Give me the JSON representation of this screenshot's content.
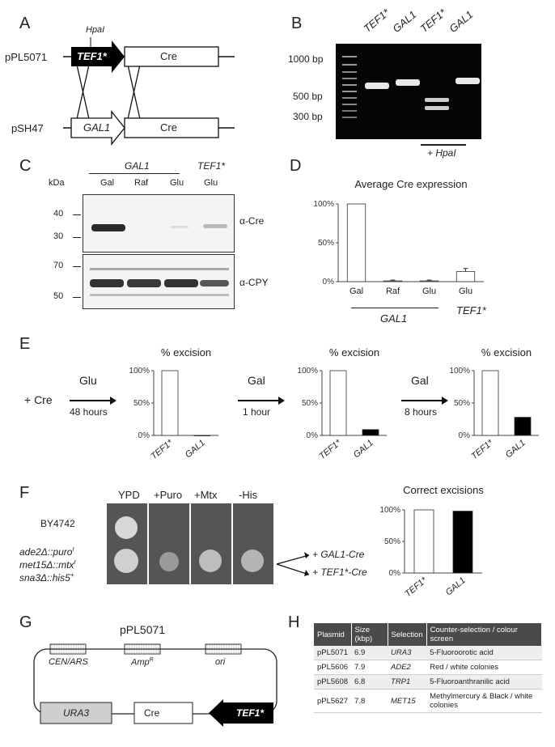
{
  "panels": {
    "A": "A",
    "B": "B",
    "C": "C",
    "D": "D",
    "E": "E",
    "F": "F",
    "G": "G",
    "H": "H"
  },
  "panelA": {
    "top_plasmid": "pPL5071",
    "bottom_plasmid": "pSH47",
    "top_promoter": "TEF1*",
    "bottom_promoter": "GAL1",
    "gene": "Cre",
    "site": "HpaI"
  },
  "panelB": {
    "lanes": [
      "TEF1*",
      "GAL1",
      "TEF1*",
      "GAL1"
    ],
    "sizes": [
      "1000 bp",
      "500 bp",
      "300 bp"
    ],
    "digest": "+ HpaI"
  },
  "panelC": {
    "kda": "kDa",
    "group1": "GAL1",
    "group2": "TEF1*",
    "lanes": [
      "Gal",
      "Raf",
      "Glu",
      "Glu"
    ],
    "markers_top": [
      "40",
      "30"
    ],
    "markers_bottom": [
      "70",
      "50"
    ],
    "ab1": "α-Cre",
    "ab2": "α-CPY"
  },
  "chart_data": [
    {
      "type": "bar",
      "title": "Average Cre expression",
      "categories": [
        "Gal",
        "Raf",
        "Glu",
        "Glu"
      ],
      "values": [
        100,
        1,
        1,
        13
      ],
      "errors": [
        0,
        1,
        1,
        4
      ],
      "ylim": [
        0,
        100
      ],
      "yticks": [
        "0%",
        "50%",
        "100%"
      ],
      "groups": [
        "GAL1",
        "TEF1*"
      ]
    },
    {
      "type": "bar",
      "title": "% excision",
      "categories": [
        "TEF1*",
        "GAL1"
      ],
      "values": [
        100,
        0
      ],
      "ylim": [
        0,
        100
      ],
      "yticks": [
        "0%",
        "50%",
        "100%"
      ]
    },
    {
      "type": "bar",
      "title": "% excision",
      "categories": [
        "TEF1*",
        "GAL1"
      ],
      "values": [
        100,
        9
      ],
      "ylim": [
        0,
        100
      ],
      "yticks": [
        "0%",
        "50%",
        "100%"
      ]
    },
    {
      "type": "bar",
      "title": "% excision",
      "categories": [
        "TEF1*",
        "GAL1"
      ],
      "values": [
        100,
        28
      ],
      "ylim": [
        0,
        100
      ],
      "yticks": [
        "0%",
        "50%",
        "100%"
      ]
    },
    {
      "type": "bar",
      "title": "Correct excisions",
      "categories": [
        "TEF1*",
        "GAL1"
      ],
      "values": [
        100,
        98
      ],
      "ylim": [
        0,
        100
      ],
      "yticks": [
        "0%",
        "50%",
        "100%"
      ]
    }
  ],
  "panelE": {
    "start": "+ Cre",
    "steps": [
      {
        "sugar": "Glu",
        "time": "48 hours"
      },
      {
        "sugar": "Gal",
        "time": "1 hour"
      },
      {
        "sugar": "Gal",
        "time": "8 hours"
      }
    ]
  },
  "panelF": {
    "media": [
      "YPD",
      "+Puro",
      "+Mtx",
      "-His"
    ],
    "strain1": "BY4742",
    "genotype": [
      "ade2Δ::puro",
      "met15Δ::mtx",
      "sna3Δ::his5"
    ],
    "genotype_sup": [
      "r",
      "r",
      "+"
    ],
    "arrows": [
      "+ GAL1-Cre",
      "+ TEF1*-Cre"
    ]
  },
  "panelG": {
    "title": "pPL5071",
    "features": [
      "CEN/ARS",
      "Amp",
      "ori"
    ],
    "amp_sup": "R",
    "bottom": [
      "URA3",
      "Cre",
      "TEF1*"
    ]
  },
  "panelH": {
    "headers": [
      "Plasmid",
      "Size (kbp)",
      "Selection",
      "Counter-selection / colour screen"
    ],
    "rows": [
      [
        "pPL5071",
        "6.9",
        "URA3",
        "5-Fluoroorotic acid"
      ],
      [
        "pPL5606",
        "7.9",
        "ADE2",
        "Red / white colonies"
      ],
      [
        "pPL5608",
        "6.8",
        "TRP1",
        "5-Fluoroanthranilic acid"
      ],
      [
        "pPL5627",
        "7.8",
        "MET15",
        "Methylmercury & Black / white colonies"
      ]
    ]
  }
}
